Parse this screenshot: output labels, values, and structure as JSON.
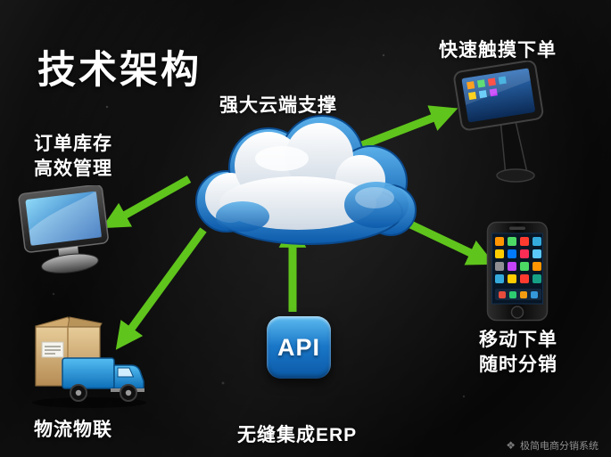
{
  "slide": {
    "title": "技术架构",
    "cloud_label": "强大云端支撑",
    "footer_text": "极简电商分销系统",
    "footer_logo": "brand-logo-icon"
  },
  "nodes": {
    "kiosk": {
      "label": "快速触摸下单",
      "icon": "touch-kiosk-icon"
    },
    "monitor": {
      "label": "订单库存\n高效管理",
      "icon": "desktop-monitor-icon"
    },
    "mobile": {
      "label": "移动下单\n随时分销",
      "icon": "smartphone-icon"
    },
    "logistics": {
      "label": "物流物联",
      "icon": "truck-box-icon"
    },
    "api": {
      "label": "无缝集成ERP",
      "icon_text": "API",
      "icon": "api-badge-icon"
    },
    "cloud": {
      "icon": "cloud-icon"
    }
  },
  "colors": {
    "arrow_green": "#5fc41c",
    "cloud_blue": "#1173c9",
    "api_blue": "#0e63b0",
    "background": "#0a0a0a",
    "text": "#ffffff",
    "footer_text_color": "#8f8f8f"
  }
}
